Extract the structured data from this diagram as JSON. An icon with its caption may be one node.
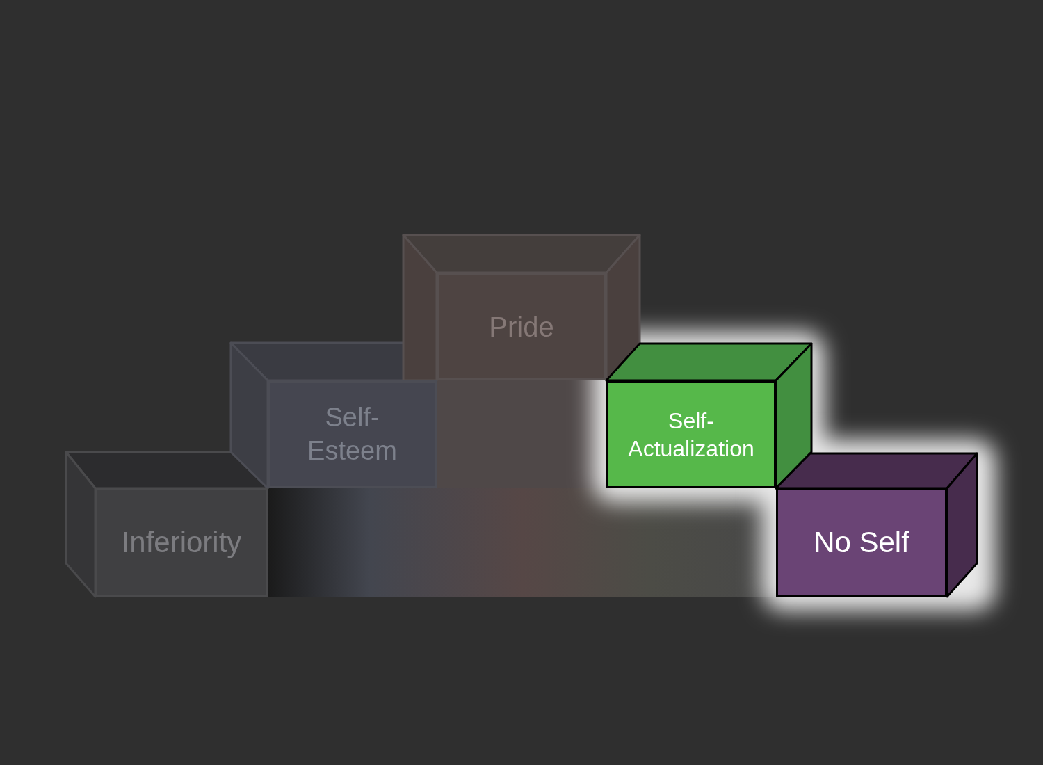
{
  "diagram": {
    "nodes": [
      {
        "text": [
          "Inferiority"
        ]
      },
      {
        "text": [
          "Self- Esteem"
        ]
      },
      {
        "text": [
          "Pride"
        ]
      },
      {
        "text": [
          "Self- Actualization"
        ]
      },
      {
        "text": [
          "No Self"
        ]
      }
    ]
  }
}
